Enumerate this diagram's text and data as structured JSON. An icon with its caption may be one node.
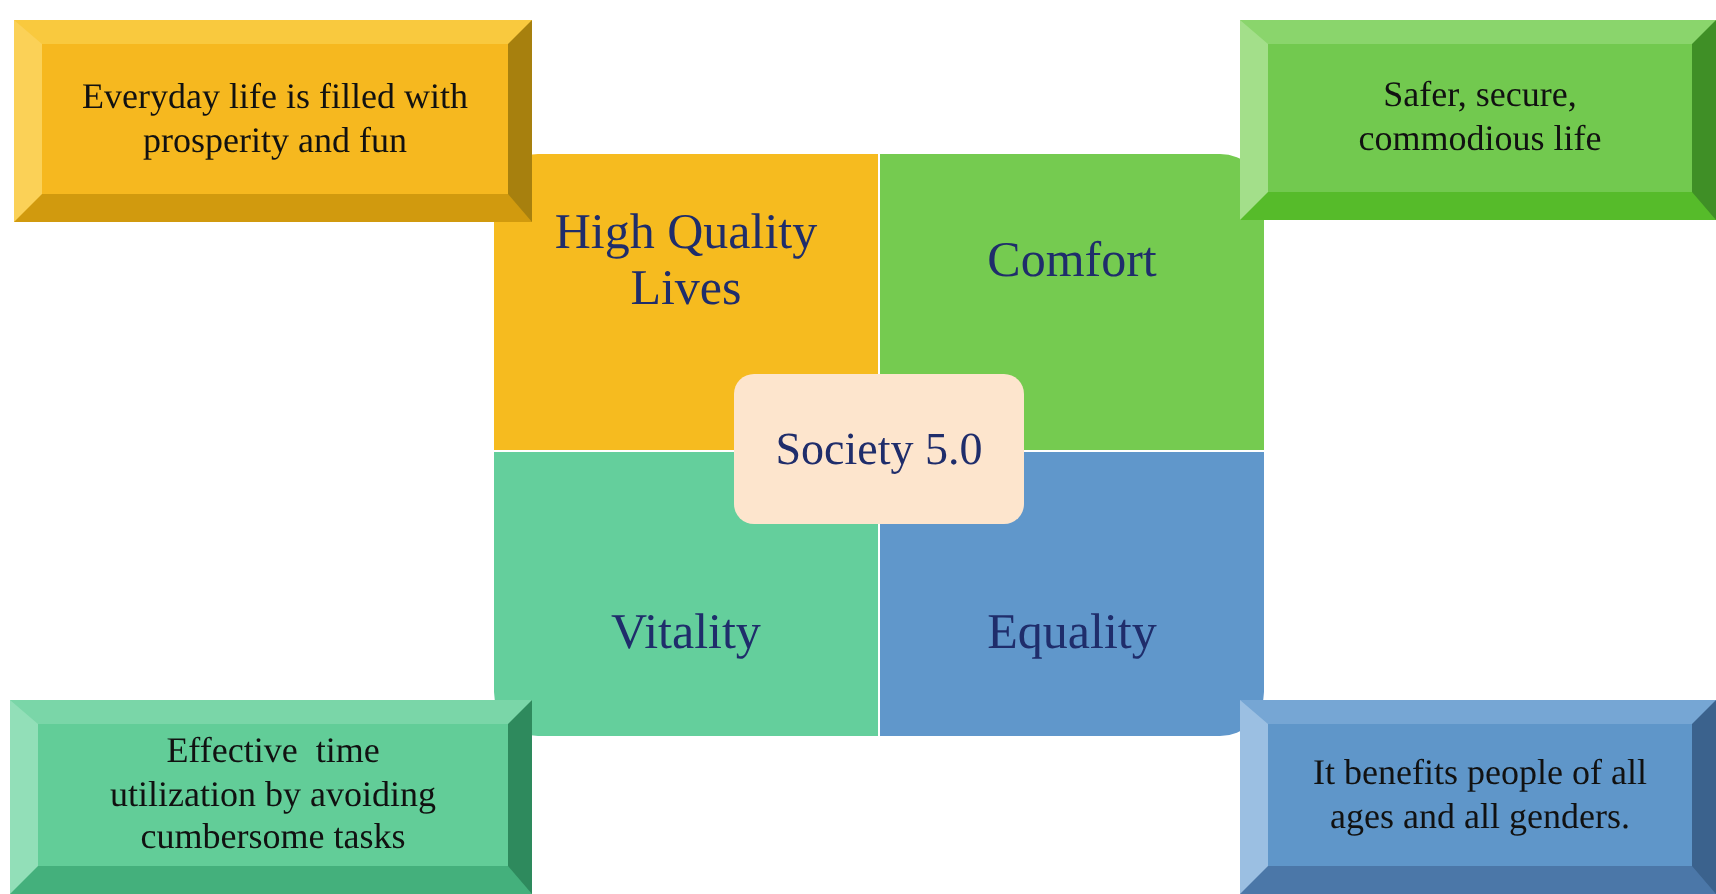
{
  "diagram": {
    "nodes": [
      {
        "text": [
          "Everyday life is filled with prosperity and fun"
        ]
      },
      {
        "text": [
          "Safer, secure, commodious life"
        ]
      },
      {
        "text": [
          "High Quality Lives"
        ]
      },
      {
        "text": [
          "Comfort"
        ]
      },
      {
        "text": [
          "Vitality"
        ]
      },
      {
        "text": [
          "Equality"
        ]
      },
      {
        "text": [
          "Society 5.0"
        ]
      },
      {
        "text": [
          "Effective  time utilization by avoiding cumbersome tasks"
        ]
      },
      {
        "text": [
          "It benefits people of all ages and all genders."
        ]
      }
    ]
  }
}
